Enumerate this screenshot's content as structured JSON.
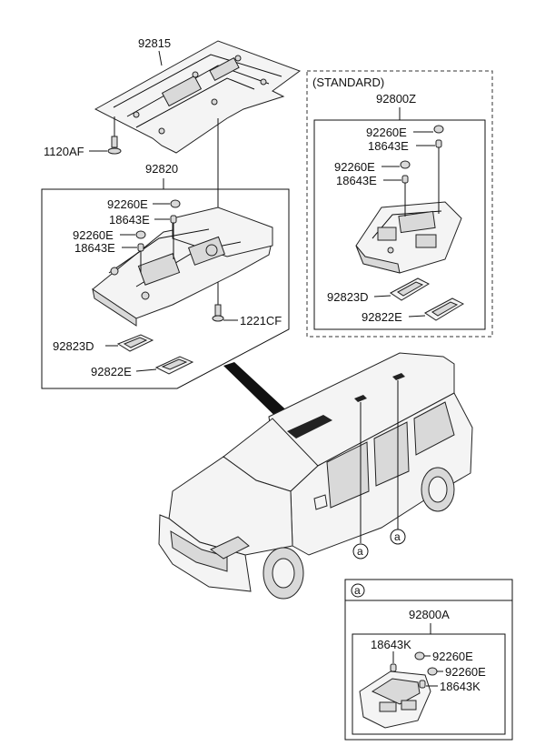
{
  "top_panel": {
    "part_number": "92815",
    "bolt": "1120AF"
  },
  "main_group": {
    "assembly": "92820",
    "cap_1": "92260E",
    "bulb_1": "18643E",
    "cap_2": "92260E",
    "bulb_2": "18643E",
    "screw": "1221CF",
    "lens_1": "92823D",
    "lens_2": "92822E"
  },
  "standard_group": {
    "header": "(STANDARD)",
    "assembly": "92800Z",
    "cap_1": "92260E",
    "bulb_1": "18643E",
    "cap_2": "92260E",
    "bulb_2": "18643E",
    "lens_1": "92823D",
    "lens_2": "92822E"
  },
  "ref_markers": {
    "left": "a",
    "right": "a"
  },
  "detail_a": {
    "marker": "a",
    "assembly": "92800A",
    "bulb_1": "18643K",
    "cap_1": "92260E",
    "cap_2": "92260E",
    "bulb_2": "18643K"
  },
  "icons": [
    "screw-icon",
    "bulb-icon",
    "cap-icon",
    "lens-icon",
    "car-illustration"
  ]
}
